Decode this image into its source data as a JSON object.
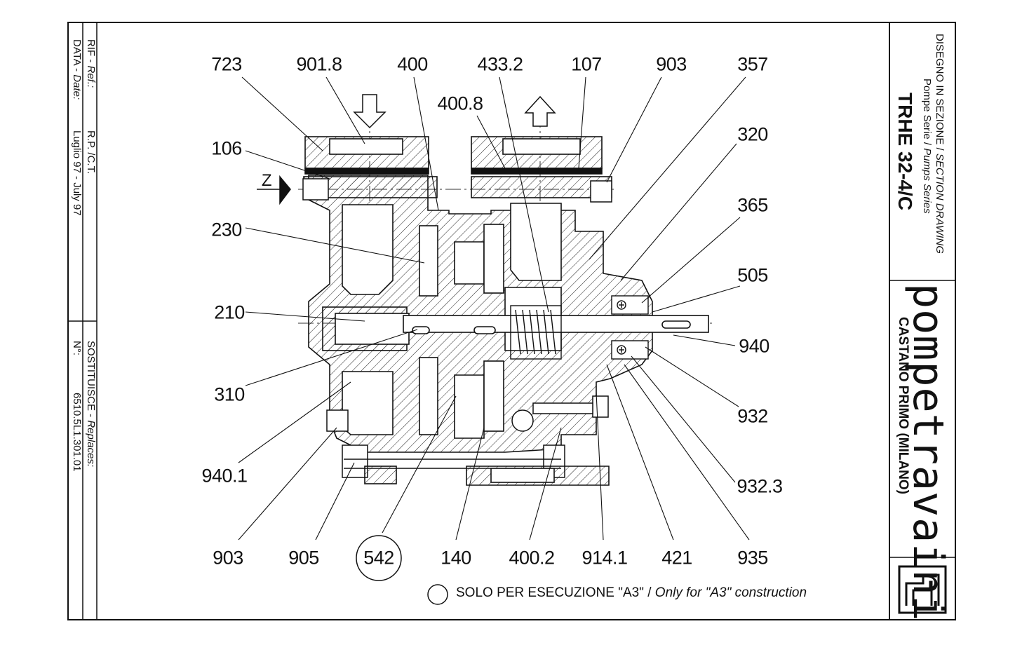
{
  "title_block": {
    "drawing_type_it": "DISEGNO IN SEZIONE / ",
    "drawing_type_en": "SECTION DRAWING",
    "series_it": "Pompe Serie / ",
    "series_en": "Pumps Series",
    "model": "TRHE 32-4/C",
    "brand": "pompetravaini",
    "location": "CASTANO PRIMO  (MILANO)"
  },
  "side_info": {
    "rif_label_it": "RIF - ",
    "rif_label_en": "Ref.:",
    "rif_value": "R.P. /C.T.",
    "data_label_it": "DATA - ",
    "data_label_en": "Date:",
    "data_value": "Luglio 97 - July 97",
    "sostituisce_it": "SOSTITUISCE - ",
    "sostituisce_en": "Replaces:",
    "numero_label": "N°:",
    "numero_value": "6510.5L1.301.01"
  },
  "section_marker": "Z",
  "part_labels": {
    "p723": "723",
    "p9018": "901.8",
    "p400": "400",
    "p4332": "433.2",
    "p107": "107",
    "p903a": "903",
    "p357": "357",
    "p4008": "400.8",
    "p320": "320",
    "p106": "106",
    "p365": "365",
    "p230": "230",
    "p505": "505",
    "p210": "210",
    "p940": "940",
    "p310": "310",
    "p932": "932",
    "p9401": "940.1",
    "p9323": "932.3",
    "p903b": "903",
    "p905": "905",
    "p542": "542",
    "p140": "140",
    "p4002": "400.2",
    "p9141": "914.1",
    "p421": "421",
    "p935": "935"
  },
  "legend": {
    "text_it": "SOLO PER ESECUZIONE \"A3\" / ",
    "text_en": "Only for \"A3\" construction"
  },
  "colors": {
    "ink": "#111111",
    "paper": "#ffffff"
  }
}
